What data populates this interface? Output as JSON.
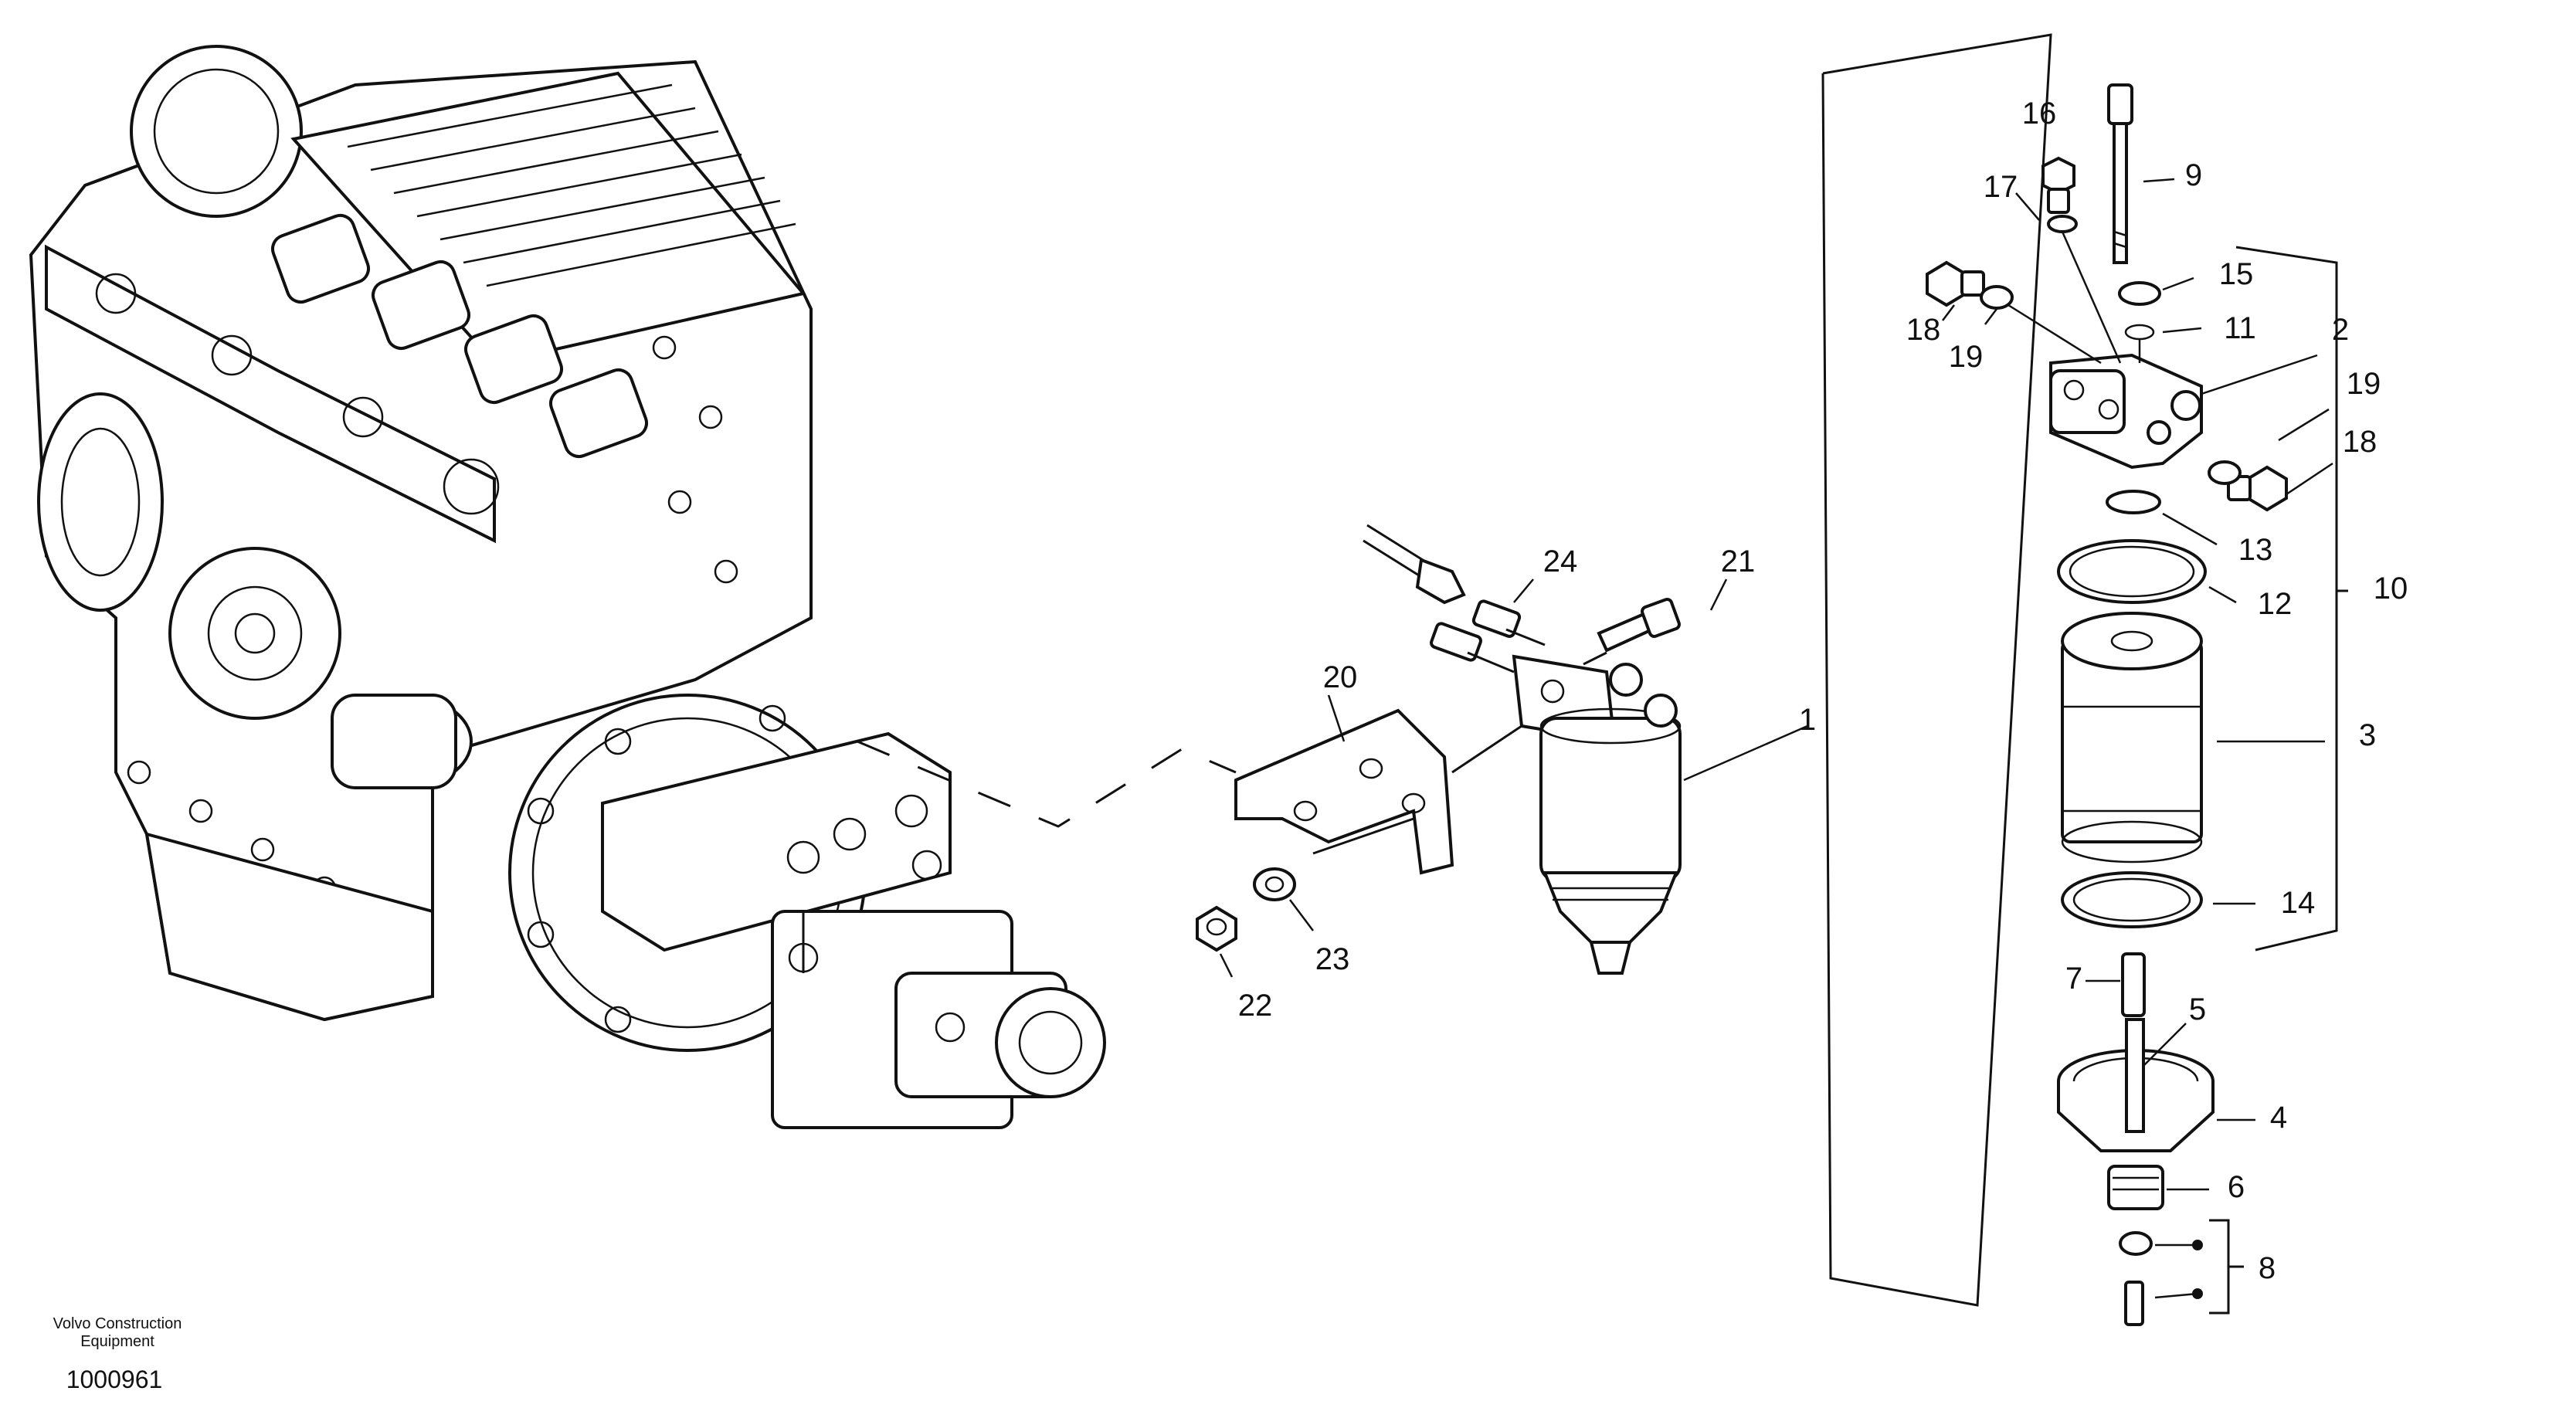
{
  "footer": {
    "brand_line1": "Volvo Construction",
    "brand_line2": "Equipment",
    "figure_number": "1000961"
  },
  "callouts": [
    "1",
    "2",
    "3",
    "4",
    "5",
    "6",
    "7",
    "8",
    "9",
    "10",
    "11",
    "12",
    "13",
    "14",
    "15",
    "16",
    "17",
    "18",
    "18",
    "19",
    "19",
    "20",
    "21",
    "22",
    "23",
    "24"
  ],
  "colors": {
    "line": "#111111",
    "background": "#ffffff"
  },
  "icons": [
    "engine-illustration",
    "hydraulic-pump-illustration",
    "fuel-filter-assembly",
    "bracket",
    "bolt",
    "nut",
    "washer",
    "filter-cartridge",
    "bowl",
    "drain-valve"
  ]
}
